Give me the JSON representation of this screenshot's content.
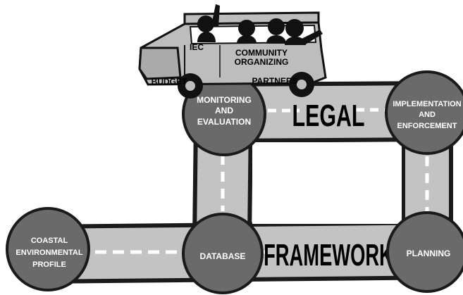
{
  "colors": {
    "road_fill": "#c3c3c3",
    "road_edge": "#1a1a1a",
    "node_fill": "#6a6a6a",
    "node_edge": "#1a1a1a",
    "node_text": "#ffffff",
    "dash": "#ffffff",
    "jeep_body": "#bdbdbd",
    "jeep_dark": "#111111"
  },
  "jeep": {
    "labels": {
      "iec": "IEC",
      "community_1": "COMMUNITY",
      "community_2": "ORGANIZING",
      "budget": "BUDGET",
      "partners": "PARTNERS"
    },
    "icon": "jeepney-with-passengers-icon"
  },
  "roads": {
    "legal": "LEGAL",
    "framework": "FRAMEWORK"
  },
  "nodes": {
    "coastal": [
      "COASTAL",
      "ENVIRONMENTAL",
      "PROFILE"
    ],
    "database": [
      "DATABASE"
    ],
    "monitoring": [
      "MONITORING",
      "AND",
      "EVALUATION"
    ],
    "implementation": [
      "IMPLEMENTATION",
      "AND",
      "ENFORCEMENT"
    ],
    "planning": [
      "PLANNING"
    ]
  }
}
